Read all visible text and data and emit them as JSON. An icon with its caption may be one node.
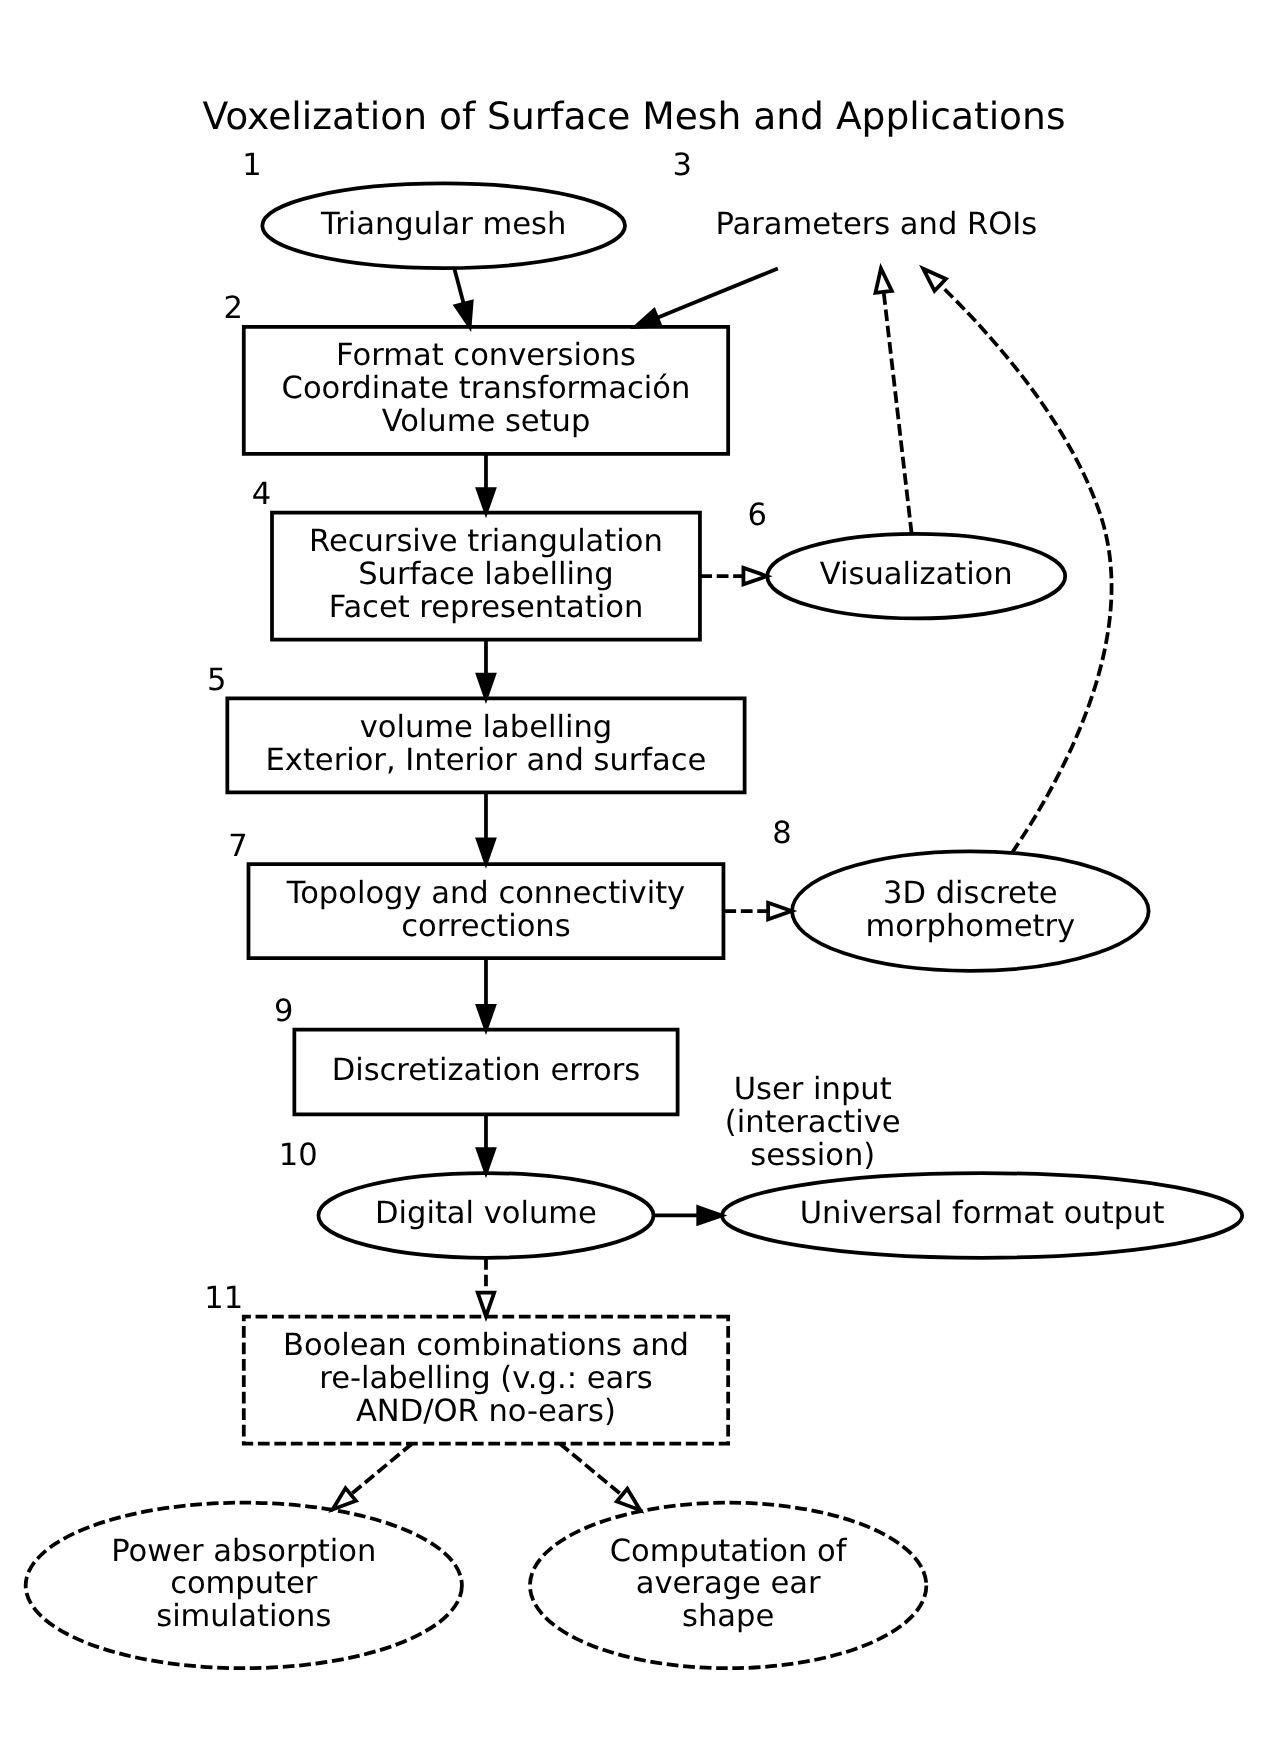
{
  "diagram": {
    "title": "Voxelization of Surface Mesh and Applications",
    "nodes": [
      {
        "text": [
          "Triangular mesh"
        ],
        "beside": [
          "1"
        ]
      },
      {
        "text": [
          "Parameters and ROIs"
        ],
        "beside": [
          "3"
        ]
      },
      {
        "text": [
          "Format conversions",
          "Coordinate transformación",
          "Volume setup"
        ],
        "beside": [
          "2"
        ]
      },
      {
        "text": [
          "Recursive triangulation",
          "Surface labelling",
          "Facet representation"
        ],
        "beside": [
          "4"
        ]
      },
      {
        "text": [
          "Visualization"
        ],
        "beside": [
          "6"
        ]
      },
      {
        "text": [
          "volume labelling",
          "Exterior, Interior and surface"
        ],
        "beside": [
          "5"
        ]
      },
      {
        "text": [
          "Topology and connectivity corrections"
        ],
        "beside": [
          "7"
        ]
      },
      {
        "text": [
          "3D discrete morphometry"
        ],
        "beside": [
          "8"
        ]
      },
      {
        "text": [
          "Discretization errors"
        ],
        "beside": [
          "9"
        ]
      },
      {
        "text": [
          "Digital volume"
        ],
        "beside": [
          "10"
        ]
      },
      {
        "text": [
          "Universal format output"
        ],
        "beside": [
          "User input (interactive session)"
        ]
      },
      {
        "text": [
          "Boolean combinations and re-labelling (v.g.: ears AND/OR no-ears)"
        ],
        "beside": [
          "11"
        ]
      },
      {
        "text": [
          "Power absorption computer simulations"
        ]
      },
      {
        "text": [
          "Computation of average ear shape"
        ]
      }
    ],
    "edges": [
      {
        "from": 0,
        "to": 2,
        "arrow": "to"
      },
      {
        "from": 1,
        "to": 2,
        "arrow": "to"
      },
      {
        "from": 2,
        "to": 3,
        "arrow": "to"
      },
      {
        "from": 3,
        "to": 4,
        "arrow": "to",
        "style": "dashed"
      },
      {
        "from": 4,
        "to": 1,
        "arrow": "to",
        "style": "dashed"
      },
      {
        "from": 3,
        "to": 5,
        "arrow": "to"
      },
      {
        "from": 5,
        "to": 6,
        "arrow": "to"
      },
      {
        "from": 6,
        "to": 7,
        "arrow": "to",
        "style": "dashed"
      },
      {
        "from": 7,
        "to": 1,
        "arrow": "to",
        "style": "dashed"
      },
      {
        "from": 6,
        "to": 8,
        "arrow": "to"
      },
      {
        "from": 8,
        "to": 9,
        "arrow": "to"
      },
      {
        "from": 9,
        "to": 10,
        "arrow": "to"
      },
      {
        "from": 9,
        "to": 11,
        "arrow": "to",
        "style": "dashed"
      },
      {
        "from": 11,
        "to": 12,
        "arrow": "to",
        "style": "dashed"
      },
      {
        "from": 11,
        "to": 13,
        "arrow": "to",
        "style": "dashed"
      }
    ]
  }
}
